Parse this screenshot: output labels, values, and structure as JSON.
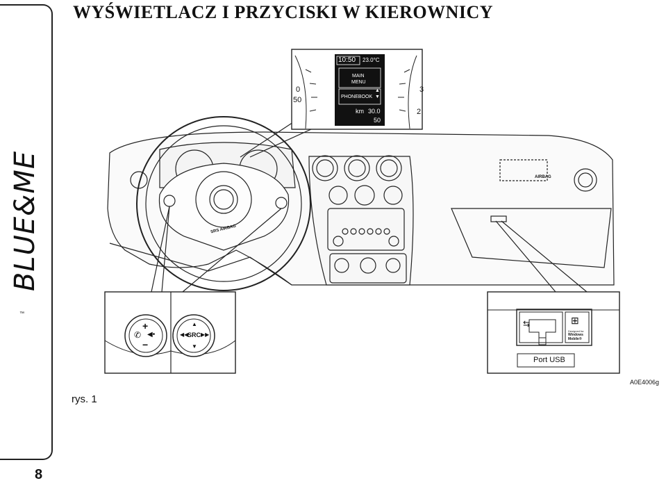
{
  "page": {
    "title": "WYŚWIETLACZ I PRZYCISKI W KIEROWNICY",
    "brand": "BLUE&ME",
    "trademark": "™",
    "page_number": "8",
    "caption": "rys. 1",
    "figure_code": "A0E4006g"
  },
  "display": {
    "time": "10:50",
    "temperature": "23.0°C",
    "menu_line1": "MAIN",
    "menu_line2": "MENU",
    "phonebook": "PHONEBOOK",
    "km_label": "km",
    "odometer": "30.0",
    "speed": "50"
  },
  "gauges": {
    "left_labels": [
      "0",
      "50"
    ],
    "right_labels": [
      "3",
      "2"
    ]
  },
  "steering": {
    "left_buttons": {
      "plus": "+",
      "minus": "−"
    },
    "right_buttons": {
      "src": "SRC"
    },
    "airbag_label": "SRS AIRBAG",
    "dash_airbag_label": "AIRBAG"
  },
  "usb": {
    "port_label": "Port USB",
    "designed_for": "Designed for",
    "windows": "Windows",
    "mobile": "Mobile®"
  },
  "icons": [
    "usb-icon",
    "windows-logo-icon",
    "phone-icon",
    "mute-icon",
    "prev-icon",
    "next-icon",
    "volume-icon"
  ]
}
